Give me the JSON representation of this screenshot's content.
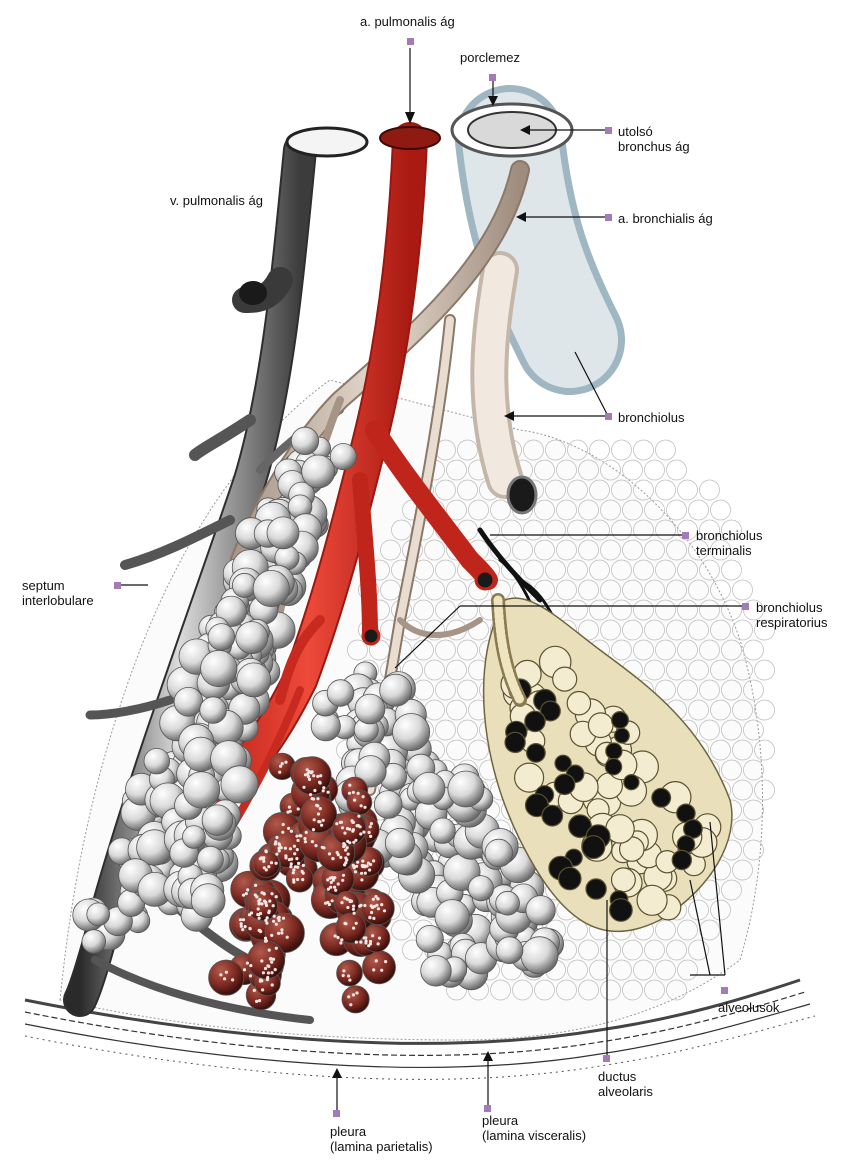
{
  "labels": {
    "a_pulmonalis": "a. pulmonalis ág",
    "porclemez": "porclemez",
    "utolso_bronchus": "utolsó\nbronchus ág",
    "v_pulmonalis": "v. pulmonalis ág",
    "a_bronchialis": "a. bronchialis ág",
    "bronchiolus": "bronchiolus",
    "bronchiolus_terminalis": "bronchiolus\nterminalis",
    "bronchiolus_respiratorius": "bronchiolus\nrespiratorius",
    "septum": "septum\ninterlobulare",
    "alveolusok": "alveolusok",
    "ductus": "ductus\nalveolaris",
    "pleura_parietalis": "pleura\n(lamina parietalis)",
    "pleura_visceralis": "pleura\n(lamina visceralis)"
  },
  "colors": {
    "marker": "#a47ab8",
    "artery": "#d8362a",
    "vein": "#5a5a5a",
    "bronchus": "#cbb8a8",
    "alveolar_duct": "#e9dfbb",
    "background": "#ffffff"
  }
}
